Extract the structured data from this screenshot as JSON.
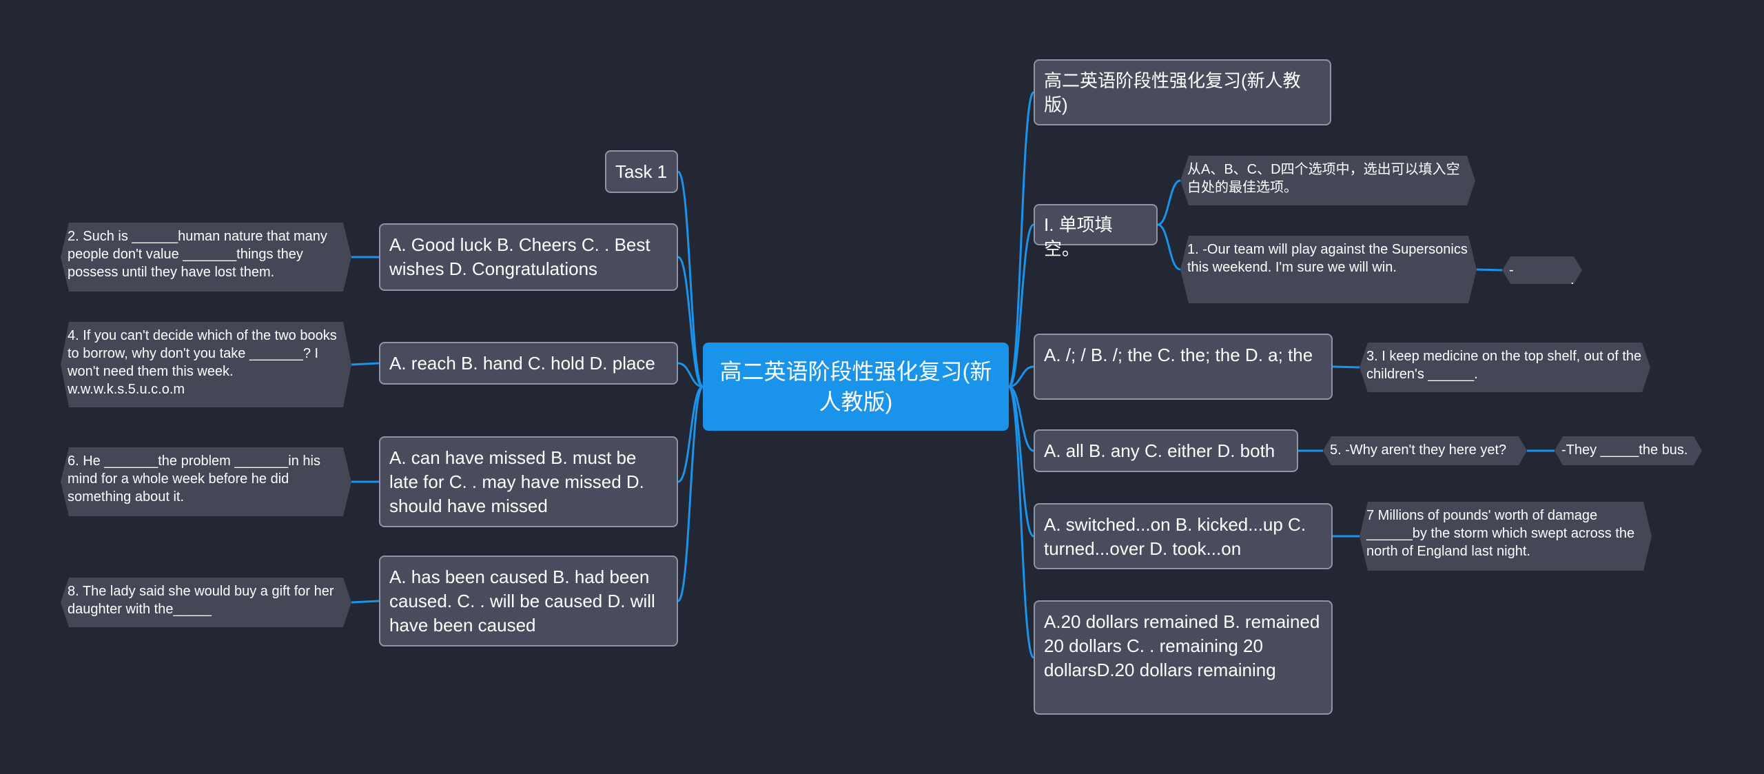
{
  "colors": {
    "background": "#222733",
    "center_fill": "#1a93ea",
    "node_fill": "#484c5c",
    "node_border": "#8f95a6",
    "link": "#1a93ea"
  },
  "center": {
    "title": "高二英语阶段性强化复习(新人教版)"
  },
  "right": {
    "title_node": "高二英语阶段性强化复习(新人教版)",
    "section1": {
      "label": "I. 单项填空。",
      "instruction": "从A、B、C、D四个选项中，选出可以填入空白处的最佳选项。",
      "q1": "1. -Our team will play against the Supersonics this weekend. I'm sure we will win.",
      "q1_answer": "-________!"
    },
    "options_articles": "A. /; / B. /; the C. the; the D. a; the",
    "q3": "3. I keep medicine on the top shelf, out of the children's ______.",
    "options_all": "A. all B. any C. either D. both",
    "q5": "5. -Why aren't they here yet?",
    "q5_answer": "-They _____the bus.",
    "options_switched": "A. switched...on B. kicked...up C. turned...over D. took...on",
    "q7": "7 Millions of pounds' worth of damage ______by the storm which swept across the north of England last night.",
    "options_dollars": "A.20 dollars remained B. remained 20 dollars C. . remaining 20 dollarsD.20 dollars remaining"
  },
  "left": {
    "task": "Task 1",
    "options_luck": "A. Good luck B. Cheers C. . Best wishes D. Congratulations",
    "q2": "2. Such is ______human nature that many people don't value _______things they possess until they have lost them.",
    "options_reach": "A. reach B. hand C. hold D. place",
    "q4": "4. If you can't decide which of the two books to borrow, why don't you take _______? I won't need them this week. w.w.w.k.s.5.u.c.o.m",
    "options_missed": "A. can have missed B. must be late for C. . may have missed D. should have missed",
    "q6": "6. He _______the problem _______in his mind for a whole week before he did something about it.",
    "options_caused": "A. has been caused B. had been caused. C. . will be caused D. will have been caused",
    "q8": "8. The lady said she would buy a gift for her daughter with the_____"
  }
}
